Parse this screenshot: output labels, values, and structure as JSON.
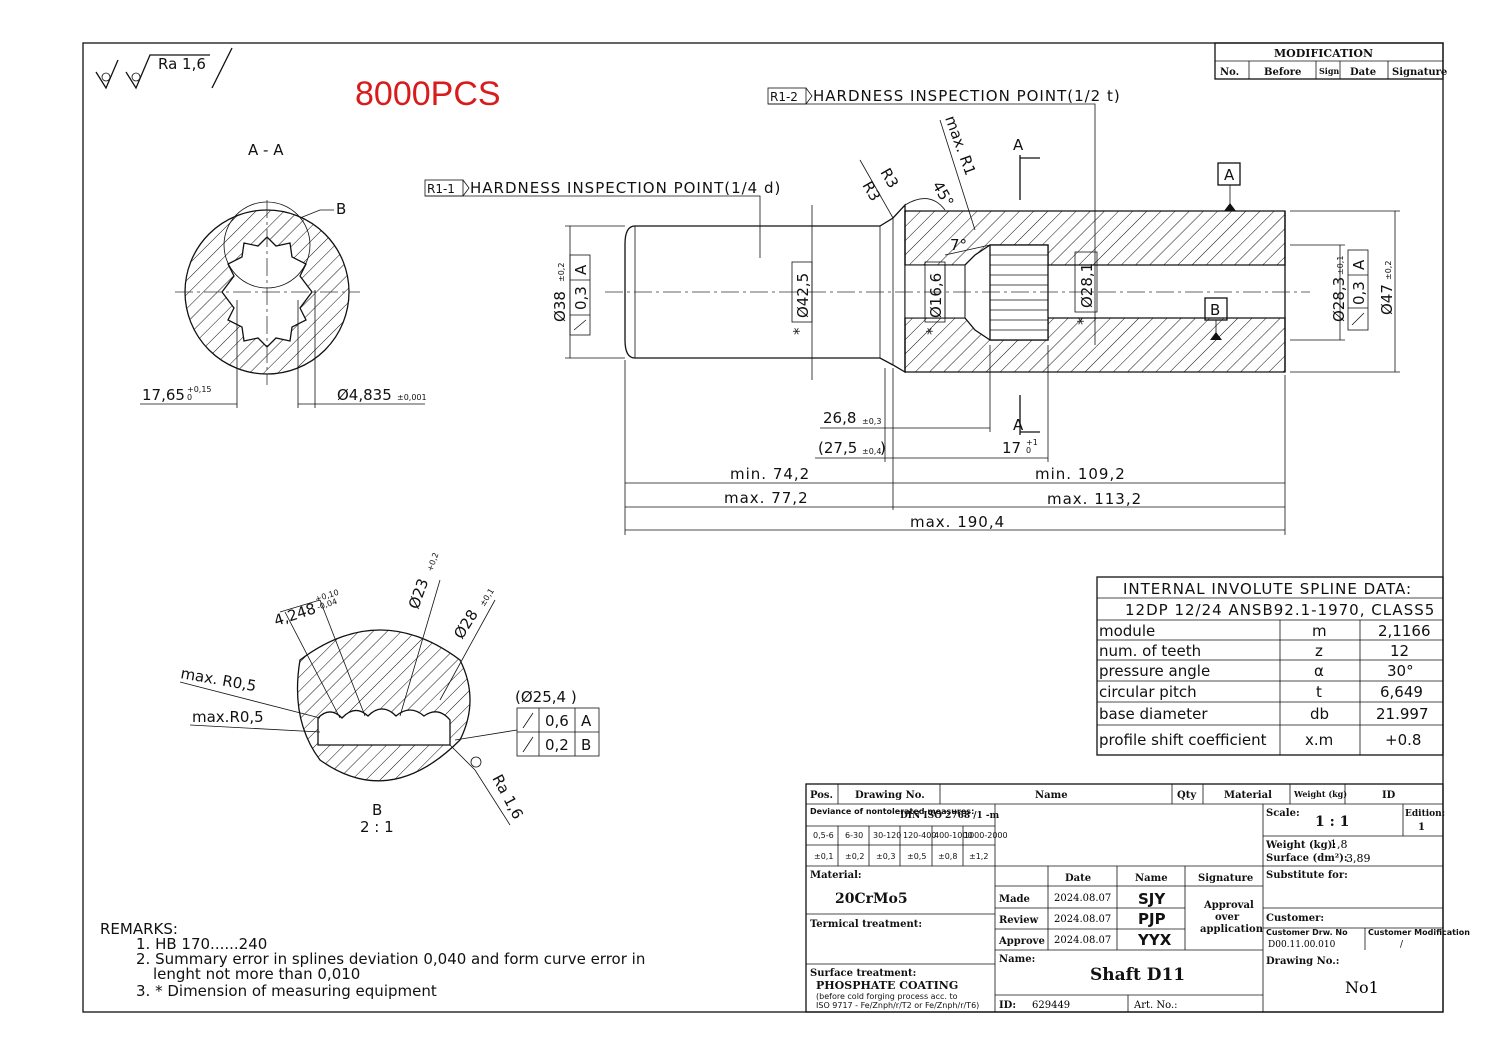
{
  "quantity_note": "8000PCS",
  "surface_symbol": "Ra 1,6",
  "modification": {
    "title": "MODIFICATION",
    "headers": [
      "No.",
      "Before",
      "Sign",
      "Date",
      "Signature"
    ]
  },
  "hardness_points": {
    "r12_tag": "R1-2",
    "r12_text": "HARDNESS INSPECTION POINT(1/2 t)",
    "r11_tag": "R1-1",
    "r11_text": "HARDNESS INSPECTION POINT(1/4 d)"
  },
  "section_aa": {
    "title": "A - A",
    "label_b": "B",
    "dim_left": "17,65",
    "dim_left_tol": "+0,15",
    "dim_left_tol2": "0",
    "dim_right": "Ø4,835",
    "dim_right_tol": "±0,001"
  },
  "main_view": {
    "r3a": "R3",
    "r3b": "R3",
    "maxr1": "max. R1",
    "angle45": "45°",
    "angle7": "7°",
    "section_a_top": "A",
    "section_a_bottom": "A",
    "datum_a": "A",
    "datum_b": "B",
    "d38": "Ø38",
    "d38_tol": "±0,2",
    "d38_frame_val": "0,3",
    "d38_frame_ref": "A",
    "d425": "Ø42,5",
    "d166": "Ø16,6",
    "d281": "Ø28,1",
    "d283": "Ø28,3",
    "d283_tol": "±0,1",
    "d283_frame_val": "0,3",
    "d283_frame_ref": "A",
    "d47": "Ø47",
    "d47_tol": "±0,2",
    "star": "*",
    "l268": "26,8",
    "l268_tol": "±0,3",
    "l275": "(27,5",
    "l275_tol": "±0,4",
    "l275_close": ")",
    "l17": "17",
    "l17_tol": "+1",
    "l17_tol2": "0",
    "min742": "min. 74,2",
    "max772": "max. 77,2",
    "min1092": "min. 109,2",
    "max1132": "max. 113,2",
    "max1904": "max. 190,4"
  },
  "detail_b": {
    "d4248": "4,248",
    "d4248_tol1": "+0,10",
    "d4248_tol2": "-0,04",
    "d23": "Ø23",
    "d23_tol": "+0,2",
    "d28": "Ø28",
    "d28_tol": "±0,1",
    "maxr05a": "max. R0,5",
    "maxr05b": "max.R0,5",
    "d254": "(Ø25,4 )",
    "f1_val": "0,6",
    "f1_ref": "A",
    "f2_val": "0,2",
    "f2_ref": "B",
    "ra": "Ra 1,6",
    "title": "B",
    "scale": "2 : 1"
  },
  "spline": {
    "title": "INTERNAL INVOLUTE SPLINE DATA:",
    "subtitle": "12DP 12/24 ANSB92.1-1970, CLASS5",
    "rows": [
      [
        "module",
        "m",
        "2,1166"
      ],
      [
        "num. of teeth",
        "z",
        "12"
      ],
      [
        "pressure angle",
        "α",
        "30°"
      ],
      [
        "circular pitch",
        "t",
        "6,649"
      ],
      [
        "base diameter",
        "db",
        "21.997"
      ],
      [
        "profile shift coefficient",
        "x.m",
        "+0.8"
      ]
    ]
  },
  "remarks": {
    "title": "REMARKS:",
    "lines": [
      "1. HB 170......240",
      "2. Summary  error in splines deviation 0,040 and form  curve error in",
      "lenght not more than 0,010",
      "3. * Dimension of measuring equipment"
    ]
  },
  "titleblock": {
    "headers": {
      "pos": "Pos.",
      "drawing_no": "Drawing No.",
      "name": "Name",
      "qty": "Qty",
      "material": "Material",
      "weight": "Weight (kg)",
      "id": "ID"
    },
    "deviance_label": "Deviance of nontolerated measures:",
    "deviance_std": "DIN ISO 2768 /1 -m",
    "tol_ranges": [
      "0,5-6",
      "6-30",
      "30-120",
      "120-400",
      "400-1000",
      "1000-2000"
    ],
    "tol_values": [
      "±0,1",
      "±0,2",
      "±0,3",
      "±0,5",
      "±0,8",
      "±1,2"
    ],
    "material_label": "Material:",
    "material_value": "20CrMo5",
    "thermal_label": "Termical treatment:",
    "surface_label": "Surface treatment:",
    "surface_value": "PHOSPHATE COATING",
    "surface_note1": "(before cold forging process acc. to",
    "surface_note2": "ISO 9717 - Fe/Znph/r/T2 or Fe/Znph/r/T6)",
    "approval_headers": [
      "Date",
      "Name",
      "Signature"
    ],
    "made_label": "Made",
    "made_date": "2024.08.07",
    "made_name": "SJY",
    "review_label": "Review",
    "review_date": "2024.08.07",
    "review_name": "PJP",
    "approve_label": "Approve",
    "approve_date": "2024.08.07",
    "approve_name": "YYX",
    "approval_text1": "Approval",
    "approval_text2": "over",
    "approval_text3": "application",
    "name_label": "Name:",
    "part_name": "Shaft D11",
    "id_label": "ID:",
    "id_value": "629449",
    "art_label": "Art. No.:",
    "scale_label": "Scale:",
    "scale_value": "1 : 1",
    "edition_label": "Edition:",
    "edition_value": "1",
    "weight_label": "Weight (kg):",
    "weight_value": "1,8",
    "surface_area_label": "Surface (dm²):",
    "surface_area_value": "3,89",
    "substitute_label": "Substitute for:",
    "customer_label": "Customer:",
    "cust_drw_label": "Customer Drw. No",
    "cust_drw_value": "D00.11.00.010",
    "cust_mod_label": "Customer Modification",
    "cust_mod_value": "/",
    "drawing_label": "Drawing No.:",
    "drawing_value": "No1"
  }
}
